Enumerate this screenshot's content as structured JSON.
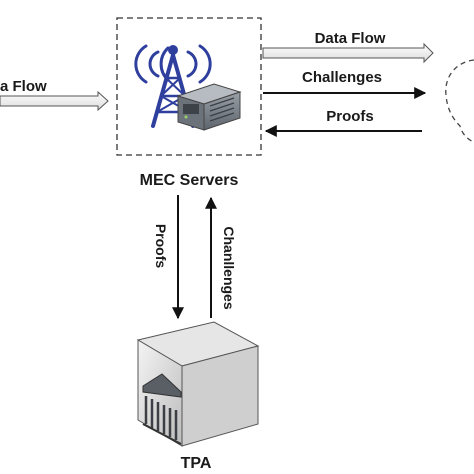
{
  "labels": {
    "left_data_flow": "a Flow",
    "right_data_flow": "Data Flow",
    "challenges_right": "Challenges",
    "proofs_right": "Proofs",
    "mec_servers": "MEC Servers",
    "proofs_down": "Proofs",
    "challenges_up": "Chanllenges",
    "tpa": "TPA"
  },
  "icons": [
    "antenna-tower-icon",
    "server-icon",
    "building-icon"
  ],
  "colors": {
    "tower_blue": "#2f3f9e",
    "arrow_black": "#111111",
    "box_dash": "#333333",
    "flow_arrow_fill": "#f2f2f2"
  }
}
